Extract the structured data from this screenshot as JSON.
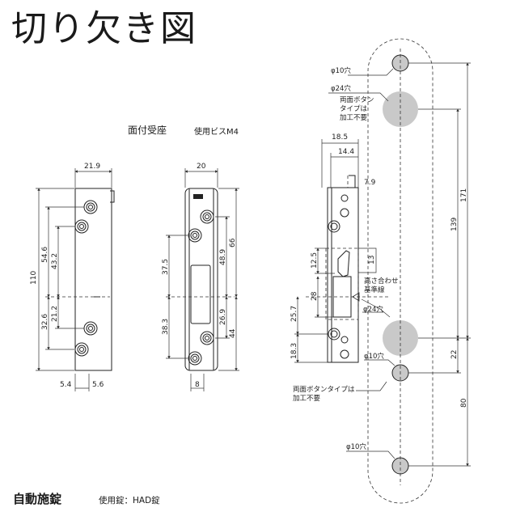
{
  "header": {
    "title": "切り欠き図"
  },
  "strike_plate": {
    "title": "面付受座",
    "screw_note": "使用ビスM4",
    "dims_front": {
      "width": "21.9",
      "height": "110",
      "d1": "54.6",
      "d2": "43.2",
      "d3": "32.6",
      "d4": "21.2",
      "bottom_left": "5.4",
      "bottom_right": "5.6"
    },
    "dims_side": {
      "width": "20",
      "d1": "37.5",
      "d2": "38.3",
      "d3": "48.9",
      "d4": "66",
      "d5": "26.9",
      "d6": "44",
      "bottom": "8"
    }
  },
  "auto_lock": {
    "title": "自動施錠",
    "lock_note": "使用錠：HAD錠",
    "labels": {
      "hole_top": "φ10穴",
      "hole_24_top": "φ24穴",
      "both_button_top": "両面ボタン\nタイプは\n加工不要",
      "hole_24_mid": "φ24穴",
      "hole_10_mid": "φ10穴",
      "both_button_bottom": "両面ボタンタイプは\n加工不要",
      "hole_bottom": "φ10穴",
      "height_ref": "高さ合わせ\n基準線"
    },
    "dims": {
      "d18_5": "18.5",
      "d14_4": "14.4",
      "d7_9": "7.9",
      "d171": "171",
      "d139": "139",
      "d12_5": "12.5",
      "d13": "13",
      "d28": "28",
      "d25_7": "25.7",
      "d18_3": "18.3",
      "d22": "22",
      "d80": "80"
    }
  }
}
